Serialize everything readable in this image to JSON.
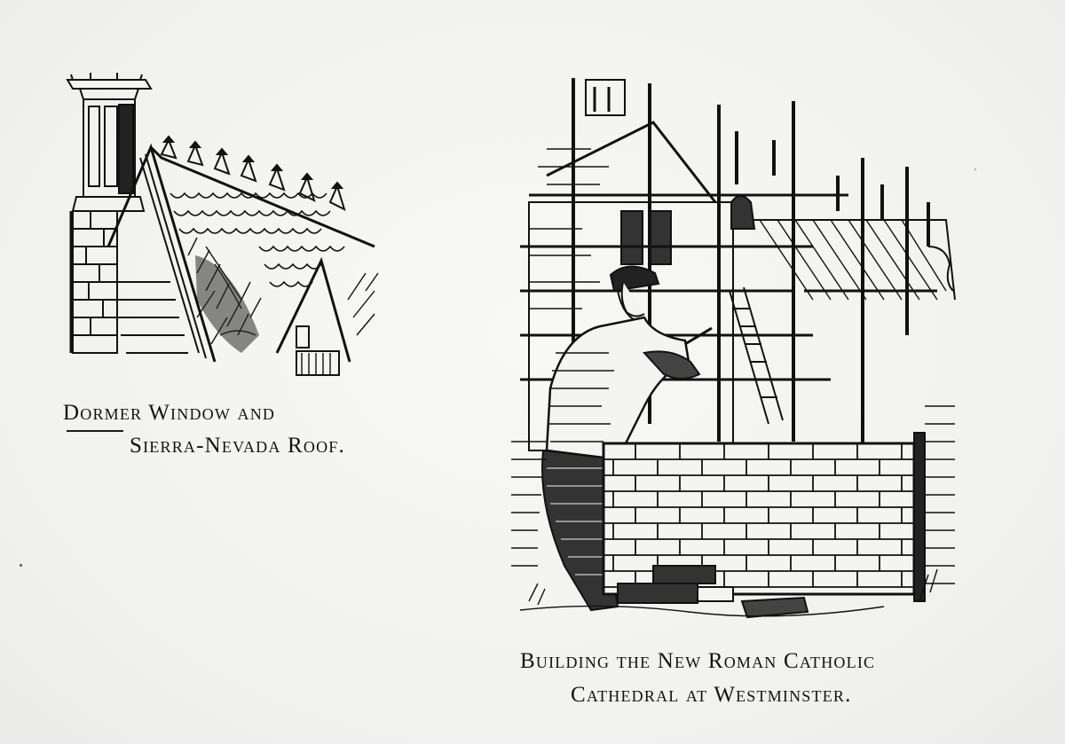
{
  "page": {
    "background": "#f4f4f2",
    "ink": "#111111"
  },
  "figures": [
    {
      "id": "dormer",
      "caption_line_1": "Dormer Window and",
      "caption_line_2": "Sierra-Nevada Roof.",
      "depicts": "Chimney stack beside a steep fish-scale tiled roof with star-topped ridge finials and a small dormer window"
    },
    {
      "id": "cathedral",
      "caption_line_1": "Building the New Roman Catholic",
      "caption_line_2": "Cathedral at Westminster.",
      "depicts": "Bricklayer with trowel laying a brick wall in front of a building surrounded by timber scaffolding"
    }
  ]
}
